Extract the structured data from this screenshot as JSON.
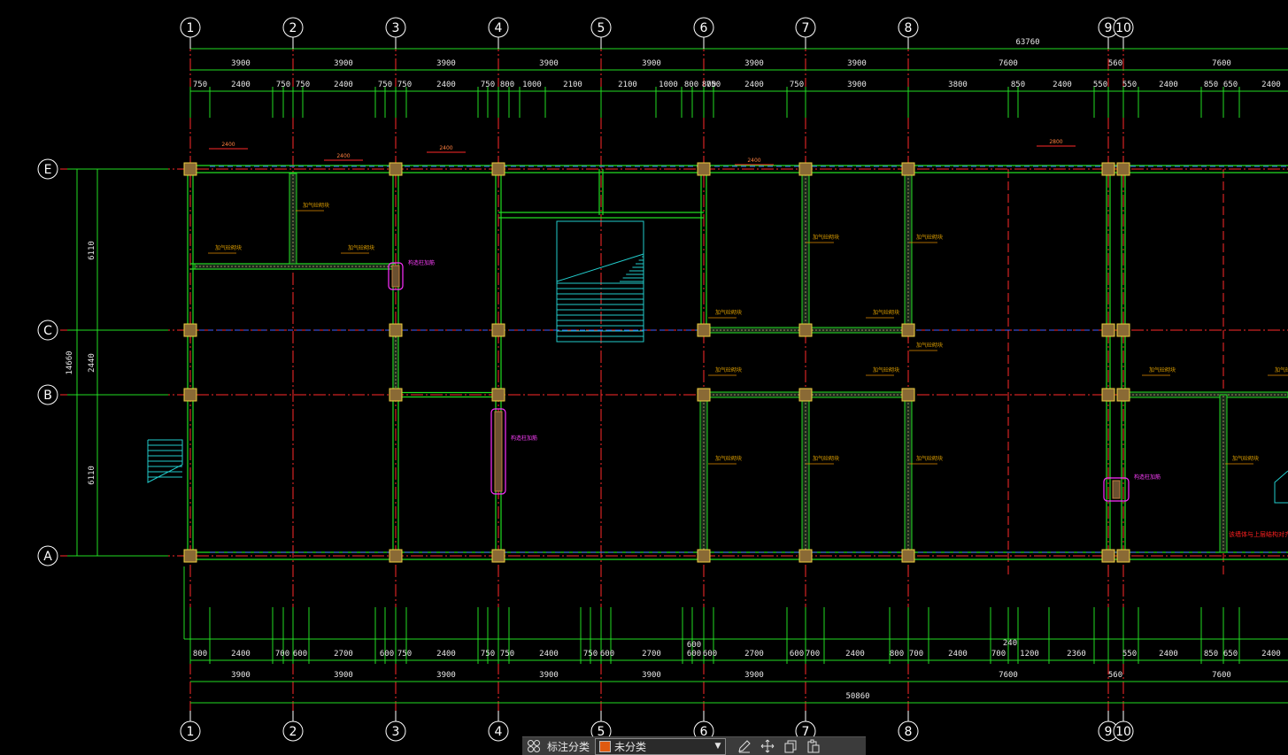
{
  "grid": {
    "columns": [
      "1",
      "2",
      "3",
      "4",
      "5",
      "6",
      "7",
      "8",
      "9",
      "10"
    ],
    "rows": [
      "E",
      "C",
      "B",
      "A"
    ]
  },
  "dims_top": {
    "total": "63760",
    "bays": [
      "3900",
      "3900",
      "3900",
      "3900",
      "3900",
      "3900",
      "3900",
      "7600",
      "560",
      "7600"
    ],
    "openings": [
      "750",
      "2400",
      "750",
      "750",
      "2400",
      "750",
      "750",
      "2400",
      "750",
      "800",
      "1000",
      "2100",
      "2100",
      "1000",
      "800",
      "800",
      "750",
      "2400",
      "750",
      "3900",
      "3800",
      "850",
      "2400",
      "550",
      "550",
      "2400",
      "850",
      "650",
      "2400"
    ],
    "window_widths": [
      "2400",
      "2400",
      "2400",
      "2400",
      "2800"
    ]
  },
  "dims_bottom": {
    "total": "50860",
    "bays": [
      "3900",
      "3900",
      "3900",
      "3900",
      "3900",
      "3900",
      "7600",
      "560",
      "7600"
    ],
    "openings": [
      "800",
      "2400",
      "700",
      "600",
      "2700",
      "600",
      "750",
      "2400",
      "750",
      "750",
      "2400",
      "750",
      "600",
      "2700",
      "600",
      "600",
      "2700",
      "600",
      "700",
      "2400",
      "800",
      "700",
      "2400",
      "700",
      "1200",
      "2360",
      "550",
      "2400",
      "850",
      "650",
      "2400"
    ],
    "extra": [
      "600",
      "240"
    ]
  },
  "dims_left": {
    "total": "14660",
    "segments": [
      "6110",
      "2440",
      "6110"
    ]
  },
  "annotations": {
    "wall_tag": "加气砼砌块",
    "mag_tag": "构造柱加筋",
    "red_note": "该墙体与上层结构对齐"
  },
  "toolbar": {
    "label": "标注分类",
    "combo_value": "未分类",
    "combo_color": "#e05a10",
    "icons": [
      "grid-icon",
      "edit-icon",
      "move-icon",
      "copy-icon",
      "paste-icon"
    ]
  }
}
